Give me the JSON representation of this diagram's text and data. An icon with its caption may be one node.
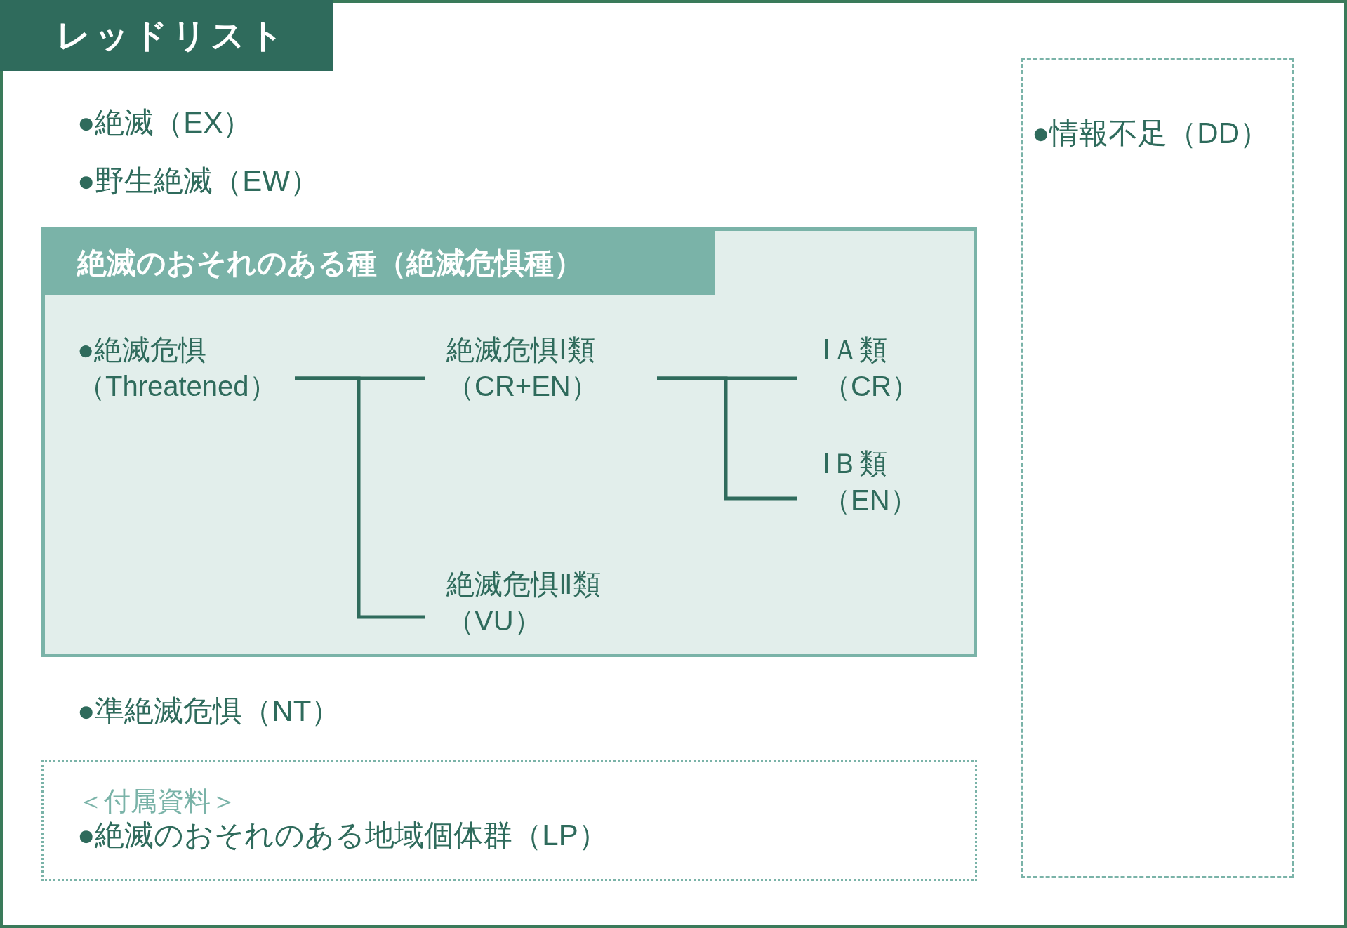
{
  "diagram": {
    "title": "レッドリスト",
    "nodes": [
      {
        "text": [
          "絶滅のおそれのある種（絶滅危惧種）"
        ]
      },
      {
        "text": [
          "●絶滅危惧",
          "（Threatened）"
        ],
        "in": 0
      },
      {
        "text": [
          "絶滅危惧Ⅰ類",
          "（CR+EN）"
        ],
        "in": 0
      },
      {
        "text": [
          "絶滅危惧Ⅱ類",
          "（VU）"
        ],
        "in": 0
      },
      {
        "text": [
          "ⅠＡ類",
          "（CR）"
        ],
        "in": 0
      },
      {
        "text": [
          "ⅠＢ類",
          "（EN）"
        ],
        "in": 0
      },
      {
        "text": [
          "●情報不足（DD）"
        ]
      },
      {
        "text": [
          "＜付属資料＞",
          "●絶滅のおそれのある地域個体群（LP）"
        ]
      }
    ],
    "edges": [
      {
        "from": 1,
        "to": 2,
        "arrow": "none"
      },
      {
        "from": 1,
        "to": 3,
        "arrow": "none"
      },
      {
        "from": 2,
        "to": 4,
        "arrow": "none"
      },
      {
        "from": 2,
        "to": 5,
        "arrow": "none"
      }
    ],
    "labels": [
      "●絶滅（EX）",
      "●野生絶滅（EW）",
      "●準絶滅危惧（NT）"
    ]
  }
}
